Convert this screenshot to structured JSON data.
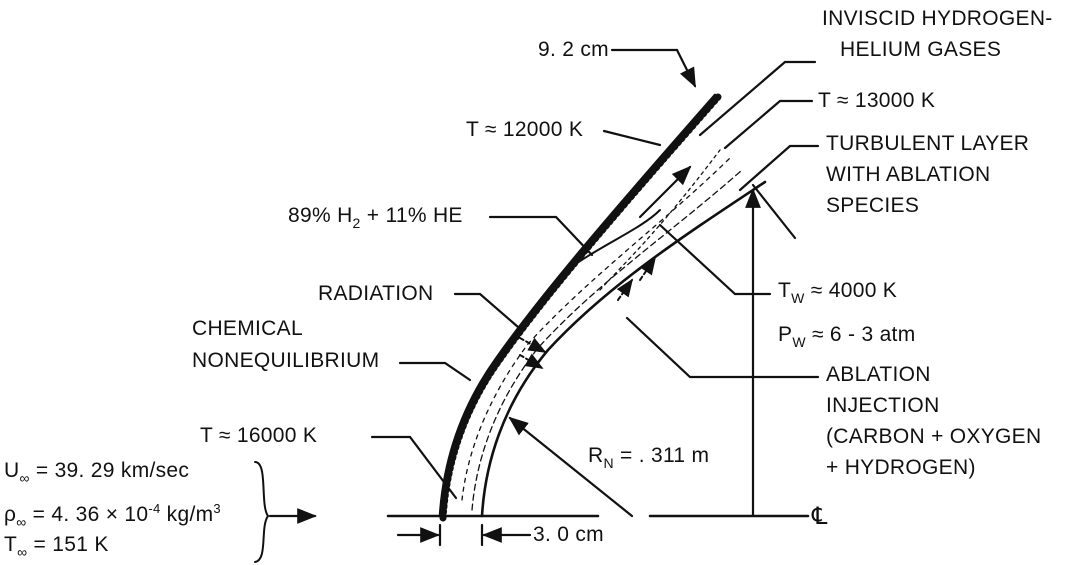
{
  "labels": {
    "inviscid_l1": "INVISCID HYDROGEN-",
    "inviscid_l2": "HELIUM GASES",
    "dist_9_2": "9. 2 cm",
    "t_13000": "T ≈ 13000 K",
    "t_12000": "T ≈ 12000 K",
    "turb_l1": "TURBULENT LAYER",
    "turb_l2": "WITH ABLATION",
    "turb_l3": "SPECIES",
    "gas_mix_a": "89% H",
    "gas_mix_sub": "2",
    "gas_mix_b": " + 11% HE",
    "radiation": "RADIATION",
    "tw_a": "T",
    "tw_sub": "W",
    "tw_b": " ≈ 4000 K",
    "pw_a": "P",
    "pw_sub": "W",
    "pw_b": " ≈ 6 - 3 atm",
    "chem_l1": "CHEMICAL",
    "chem_l2": "NONEQUILIBRIUM",
    "abl_l1": "ABLATION",
    "abl_l2": "INJECTION",
    "abl_l3": "(CARBON + OXYGEN",
    "abl_l4": "+ HYDROGEN)",
    "t_16000": "T ≈ 16000 K",
    "rn_a": "R",
    "rn_sub": "N",
    "rn_b": " = . 311 m",
    "u_inf_a": "U",
    "u_inf_sub": "∞",
    "u_inf_b": " = 39. 29 km/sec",
    "rho_inf_a": "ρ",
    "rho_inf_sub": "∞",
    "rho_inf_b": " = 4. 36 × 10",
    "rho_inf_sup": "-4",
    "rho_inf_c": " kg/m",
    "rho_inf_sup2": "3",
    "t_inf_a": "T",
    "t_inf_sub": "∞",
    "t_inf_b": " = 151 K",
    "dist_3_0": "3. 0 cm",
    "centerline": "℄"
  }
}
